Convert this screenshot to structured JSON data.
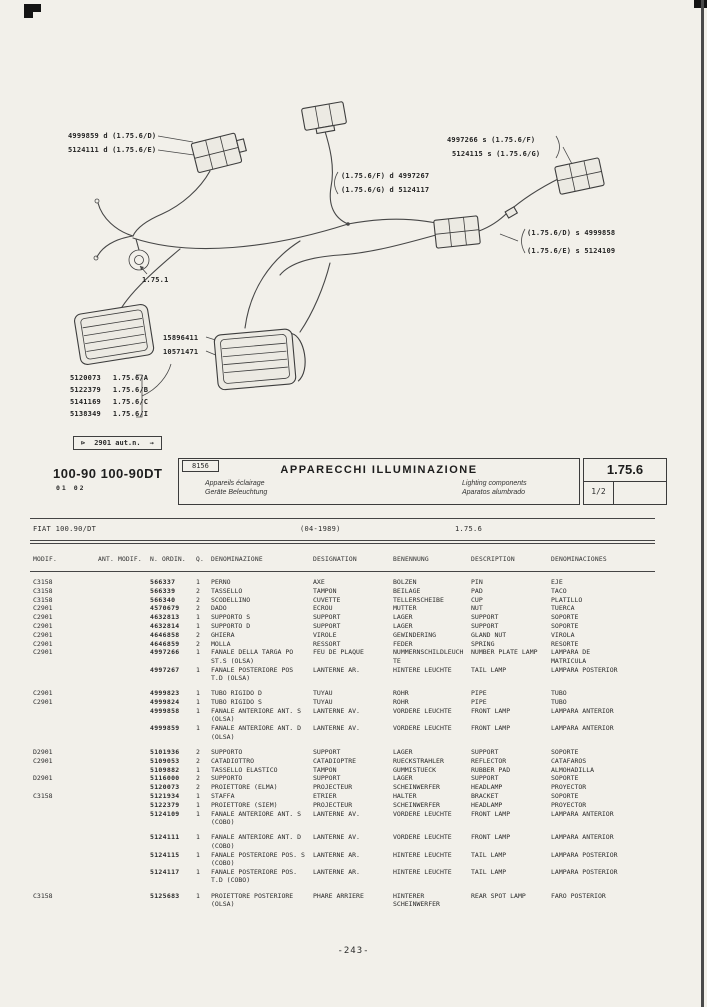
{
  "page": {
    "footer_page_number": "-243-"
  },
  "diagram": {
    "labels": {
      "front_right_1": "4999859 d  (1.75.6/D)",
      "front_right_2": "5124111 d  (1.75.6/E)",
      "rear_mid_1": "(1.75.6/F)  d  4997267",
      "rear_mid_2": "(1.75.6/G)  d  5124117",
      "rear_top_1": "4997266 s  (1.75.6/F)",
      "rear_top_2": "5124115 s  (1.75.6/G)",
      "front_left_1": "(1.75.6/D)  s  4999858",
      "front_left_2": "(1.75.6/E)  s  5124109",
      "horn_ref": "1.75.1",
      "bulb_1": "15896411",
      "bulb_2": "10571471"
    },
    "headlamp_list": [
      {
        "num": "5120073",
        "ref": "1.75.6/A"
      },
      {
        "num": "5122379",
        "ref": "1.75.6/B"
      },
      {
        "num": "5141169",
        "ref": "1.75.6/C"
      },
      {
        "num": "5138349",
        "ref": "1.75.6/I"
      }
    ],
    "note": {
      "symbol": "⊳",
      "text": "2901 aut.n.",
      "arrow": "→"
    }
  },
  "header": {
    "model": "100-90 100-90DT",
    "model_codes": "01 02",
    "drawing_code": "8156",
    "title": "APPARECCHI ILLUMINAZIONE",
    "subtitle_fr": "Appareils éclairage",
    "subtitle_de": "Geräte Beleuchtung",
    "subtitle_en": "Lighting components",
    "subtitle_es": "Aparatos alumbrado",
    "section_code": "1.75.6",
    "sheet": "1/2"
  },
  "table": {
    "meta": {
      "model": "FIAT 100.90/DT",
      "date": "(04-1989)",
      "section": "1.75.6"
    },
    "columns": [
      "MODIF.",
      "ANT. MODIF.",
      "N. ORDIN.",
      "Q.",
      "DENOMINAZIONE",
      "DESIGNATION",
      "BENENNUNG",
      "DESCRIPTION",
      "DENOMINACIONES"
    ],
    "rows": [
      {
        "modif": "C3158",
        "ant": "",
        "num": "566337",
        "q": "1",
        "it": "PERNO",
        "fr": "AXE",
        "de": "BOLZEN",
        "en": "PIN",
        "es": "EJE",
        "gap": false
      },
      {
        "modif": "C3158",
        "ant": "",
        "num": "566339",
        "q": "2",
        "it": "TASSELLO",
        "fr": "TAMPON",
        "de": "BEILAGE",
        "en": "PAD",
        "es": "TACO",
        "gap": false
      },
      {
        "modif": "C3158",
        "ant": "",
        "num": "566340",
        "q": "2",
        "it": "SCODELLINO",
        "fr": "CUVETTE",
        "de": "TELLERSCHEIBE",
        "en": "CUP",
        "es": "PLATILLO",
        "gap": false
      },
      {
        "modif": "C2901",
        "ant": "",
        "num": "4570679",
        "q": "2",
        "it": "DADO",
        "fr": "ECROU",
        "de": "MUTTER",
        "en": "NUT",
        "es": "TUERCA",
        "gap": false
      },
      {
        "modif": "C2901",
        "ant": "",
        "num": "4632813",
        "q": "1",
        "it": "SUPPORTO S",
        "fr": "SUPPORT",
        "de": "LAGER",
        "en": "SUPPORT",
        "es": "SOPORTE",
        "gap": false
      },
      {
        "modif": "C2901",
        "ant": "",
        "num": "4632814",
        "q": "1",
        "it": "SUPPORTO D",
        "fr": "SUPPORT",
        "de": "LAGER",
        "en": "SUPPORT",
        "es": "SOPORTE",
        "gap": false
      },
      {
        "modif": "C2901",
        "ant": "",
        "num": "4646858",
        "q": "2",
        "it": "GHIERA",
        "fr": "VIROLE",
        "de": "GEWINDERING",
        "en": "GLAND NUT",
        "es": "VIROLA",
        "gap": false
      },
      {
        "modif": "C2901",
        "ant": "",
        "num": "4646859",
        "q": "2",
        "it": "MOLLA",
        "fr": "RESSORT",
        "de": "FEDER",
        "en": "SPRING",
        "es": "RESORTE",
        "gap": false
      },
      {
        "modif": "C2901",
        "ant": "",
        "num": "4997266",
        "q": "1",
        "it": "FANALE DELLA TARGA PO ST.S (OLSA)",
        "fr": "FEU DE PLAQUE",
        "de": "NUMMERNSCHILDLEUCHTE",
        "en": "NUMBER PLATE LAMP",
        "es": "LAMPARA DE MATRICULA",
        "gap": false
      },
      {
        "modif": "",
        "ant": "",
        "num": "4997267",
        "q": "1",
        "it": "FANALE POSTERIORE POS T.D (OLSA)",
        "fr": "LANTERNE AR.",
        "de": "HINTERE LEUCHTE",
        "en": "TAIL LAMP",
        "es": "LAMPARA POSTERIOR",
        "gap": false
      },
      {
        "modif": "C2901",
        "ant": "",
        "num": "4999823",
        "q": "1",
        "it": "TUBO RIGIDO D",
        "fr": "TUYAU",
        "de": "ROHR",
        "en": "PIPE",
        "es": "TUBO",
        "gap": true
      },
      {
        "modif": "C2901",
        "ant": "",
        "num": "4999824",
        "q": "1",
        "it": "TUBO RIGIDO S",
        "fr": "TUYAU",
        "de": "ROHR",
        "en": "PIPE",
        "es": "TUBO",
        "gap": false
      },
      {
        "modif": "",
        "ant": "",
        "num": "4999858",
        "q": "1",
        "it": "FANALE ANTERIORE ANT. S (OLSA)",
        "fr": "LANTERNE AV.",
        "de": "VORDERE LEUCHTE",
        "en": "FRONT LAMP",
        "es": "LAMPARA ANTERIOR",
        "gap": false
      },
      {
        "modif": "",
        "ant": "",
        "num": "4999859",
        "q": "1",
        "it": "FANALE ANTERIORE ANT. D (OLSA)",
        "fr": "LANTERNE AV.",
        "de": "VORDERE LEUCHTE",
        "en": "FRONT LAMP",
        "es": "LAMPARA ANTERIOR",
        "gap": false
      },
      {
        "modif": "D2901",
        "ant": "",
        "num": "5101936",
        "q": "2",
        "it": "SUPPORTO",
        "fr": "SUPPORT",
        "de": "LAGER",
        "en": "SUPPORT",
        "es": "SOPORTE",
        "gap": true
      },
      {
        "modif": "C2901",
        "ant": "",
        "num": "5109053",
        "q": "2",
        "it": "CATADIOTTRO",
        "fr": "CATADIOPTRE",
        "de": "RUECKSTRAHLER",
        "en": "REFLECTOR",
        "es": "CATAFAROS",
        "gap": false
      },
      {
        "modif": "",
        "ant": "",
        "num": "5109882",
        "q": "1",
        "it": "TASSELLO ELASTICO",
        "fr": "TAMPON",
        "de": "GUMMISTUECK",
        "en": "RUBBER PAD",
        "es": "ALMOHADILLA",
        "gap": false
      },
      {
        "modif": "D2901",
        "ant": "",
        "num": "5116000",
        "q": "2",
        "it": "SUPPORTO",
        "fr": "SUPPORT",
        "de": "LAGER",
        "en": "SUPPORT",
        "es": "SOPORTE",
        "gap": false
      },
      {
        "modif": "",
        "ant": "",
        "num": "5120073",
        "q": "2",
        "it": "PROIETTORE (ELMA)",
        "fr": "PROJECTEUR",
        "de": "SCHEINWERFER",
        "en": "HEADLAMP",
        "es": "PROYECTOR",
        "gap": false
      },
      {
        "modif": "C3158",
        "ant": "",
        "num": "5121934",
        "q": "1",
        "it": "STAFFA",
        "fr": "ETRIER",
        "de": "HALTER",
        "en": "BRACKET",
        "es": "SOPORTE",
        "gap": false
      },
      {
        "modif": "",
        "ant": "",
        "num": "5122379",
        "q": "1",
        "it": "PROIETTORE (SIEM)",
        "fr": "PROJECTEUR",
        "de": "SCHEINWERFER",
        "en": "HEADLAMP",
        "es": "PROYECTOR",
        "gap": false
      },
      {
        "modif": "",
        "ant": "",
        "num": "5124109",
        "q": "1",
        "it": "FANALE ANTERIORE ANT. S (COBO)",
        "fr": "LANTERNE AV.",
        "de": "VORDERE LEUCHTE",
        "en": "FRONT LAMP",
        "es": "LAMPARA ANTERIOR",
        "gap": false
      },
      {
        "modif": "",
        "ant": "",
        "num": "5124111",
        "q": "1",
        "it": "FANALE ANTERIORE ANT. D (COBO)",
        "fr": "LANTERNE AV.",
        "de": "VORDERE LEUCHTE",
        "en": "FRONT LAMP",
        "es": "LAMPARA ANTERIOR",
        "gap": true
      },
      {
        "modif": "",
        "ant": "",
        "num": "5124115",
        "q": "1",
        "it": "FANALE POSTERIORE POS. S (COBO)",
        "fr": "LANTERNE AR.",
        "de": "HINTERE LEUCHTE",
        "en": "TAIL LAMP",
        "es": "LAMPARA POSTERIOR",
        "gap": false
      },
      {
        "modif": "",
        "ant": "",
        "num": "5124117",
        "q": "1",
        "it": "FANALE POSTERIORE POS. T.D (COBO)",
        "fr": "LANTERNE AR.",
        "de": "HINTERE LEUCHTE",
        "en": "TAIL LAMP",
        "es": "LAMPARA POSTERIOR",
        "gap": false
      },
      {
        "modif": "C3158",
        "ant": "",
        "num": "5125683",
        "q": "1",
        "it": "PROIETTORE POSTERIORE (OLSA)",
        "fr": "PHARE ARRIERE",
        "de": "HINTERER SCHEINWERFER",
        "en": "REAR SPOT LAMP",
        "es": "FARO POSTERIOR",
        "gap": true
      }
    ]
  }
}
